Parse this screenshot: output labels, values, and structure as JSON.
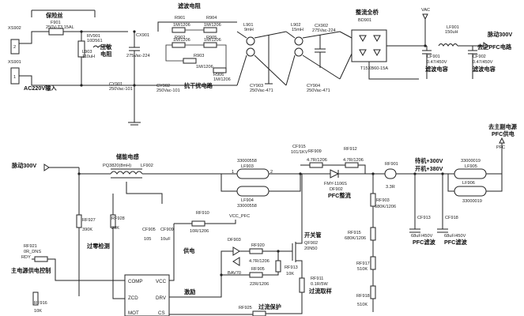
{
  "top": {
    "x902": "XS902",
    "x901": "XS901",
    "ac_input": "AC220V输入",
    "fuse_title": "保险丝",
    "fuse_ref": "F901",
    "fuse_val": "250V-T3.15AL",
    "varistor_ref": "RV901",
    "varistor_val": "10D561",
    "varistor_title1": "压敏",
    "varistor_title2": "电阻",
    "l903_ref": "L903",
    "l903_val": "110uH",
    "cx901": "CX901",
    "cx901_val": "275Vac-224",
    "cy901": "CY901",
    "cy901_val": "250Vac-101",
    "cy902": "CY902",
    "cy902_val": "250Vac-101",
    "anti_interference": "抗干扰电路",
    "filter_title": "滤波电阻",
    "r901": "R901",
    "r901_val": "1M/1206",
    "r902": "R902",
    "r902_val": "1M/1206",
    "r903": "R903",
    "r903_val": "1M/1206",
    "r904": "R904",
    "r904_val": "1M/1206",
    "r905": "R905",
    "r905_val": "1M/1206",
    "r906": "R906",
    "r906_val": "1M/1206",
    "l901": "L901",
    "l901_val": "9mH",
    "l902": "L902",
    "l902_val": "15mH",
    "cy903": "CY903",
    "cy903_val": "250Vac-471",
    "cy904": "CY904",
    "cy904_val": "250Vac-471",
    "cx902": "CX902",
    "cx902_val": "275Vac-224",
    "rectifier_title": "整流全桥",
    "bd901": "BD901",
    "bd901_val": "T15XB60-15A",
    "vac": "VAC",
    "lf901": "LF901",
    "lf901_val": "150uH",
    "pulse300": "脉动300V",
    "to_pfc": "去主PFC电路",
    "cf901": "CF901",
    "cf901_val": "0.47/450V",
    "cf901_role": "滤波电容",
    "cf902": "CF902",
    "cf902_val": "0.47/450V",
    "cf902_role": "滤波电容"
  },
  "bottom": {
    "pulse300": "脉动300V",
    "energy_inductor": "储能电感",
    "pq_core": "PQ3820(8mH)",
    "lf902": "LF902",
    "lf903": "LF903",
    "lf903_val": "33000558",
    "lf904": "LF904",
    "lf904_val": "33000558",
    "rf927": "RF927",
    "rf927_val": "390K",
    "rf928": "RF928",
    "rf928_val": "20K",
    "zero_detect": "过零检测",
    "rf910": "RF910",
    "rf910_val": "10R/1206",
    "vcc_pfc": "VCC_PFC",
    "cf905": "CF905",
    "cf905_val": "105",
    "cf909": "CF909",
    "cf909_val": "10uF",
    "power_supply": "供电",
    "rf921": "RF921",
    "rf921_val": "0R_DNS",
    "rdy": "RDY",
    "main_power_ctrl": "主电源供电控制",
    "rf916": "RF916",
    "rf916_val": "10K",
    "ic_comp": "COMP",
    "ic_vcc": "VCC",
    "ic_zcd": "ZCD",
    "ic_drv": "DRV",
    "ic_mot": "MOT",
    "ic_cs": "CS",
    "drive": "激励",
    "df903": "DF903",
    "bav70": "BAV70",
    "rf920": "RF920",
    "rf920_val": "4.7R/1206",
    "rf905": "RF905",
    "rf905_val": "22R/1206",
    "switch_tube": "开关管",
    "qf902": "QF902",
    "qf902_val": "20N50",
    "rf913": "RF913",
    "rf913_val": "10K",
    "rf911": "RF911",
    "rf911_val": "0.1R/5W",
    "overcurrent_sample": "过流取样",
    "rf925": "RF925",
    "overcurrent_protect": "过流保护",
    "cf915": "CF915",
    "cf915_val": "101/1KV",
    "rf909": "RF909",
    "rf909_val": "4.7R/1206",
    "rf912": "RF912",
    "rf912_val": "4.7R/1206",
    "df902": "DF902",
    "fmy": "FMY-1106S",
    "pfc_rectify": "PFC整流",
    "rf901": "RF901",
    "rf901_val": "3.3R",
    "rf903": "RF903",
    "rf903_val": "680K/1206",
    "rf915": "RF915",
    "rf915_val": "680K/1206",
    "rf917": "RF917",
    "rf917_val": "510K",
    "rf918": "RF918",
    "rf918_val": "510K",
    "standby_300": "待机+300V",
    "on_380": "开机+380V",
    "to_main_sub": "去主副电源",
    "pfc_supply": "PFC供电",
    "pfc": "PFC",
    "lf905": "LF905",
    "lf905_val": "33000019",
    "lf906": "LF906",
    "lf906_val": "33000019",
    "cf913": "CF913",
    "cf913_val": "68uF/450V",
    "cf913_role": "PFC滤波",
    "cf918": "CF918",
    "cf918_val": "68uF/450V",
    "cf918_role": "PFC滤波",
    "pin1": "1",
    "pin2": "2"
  }
}
